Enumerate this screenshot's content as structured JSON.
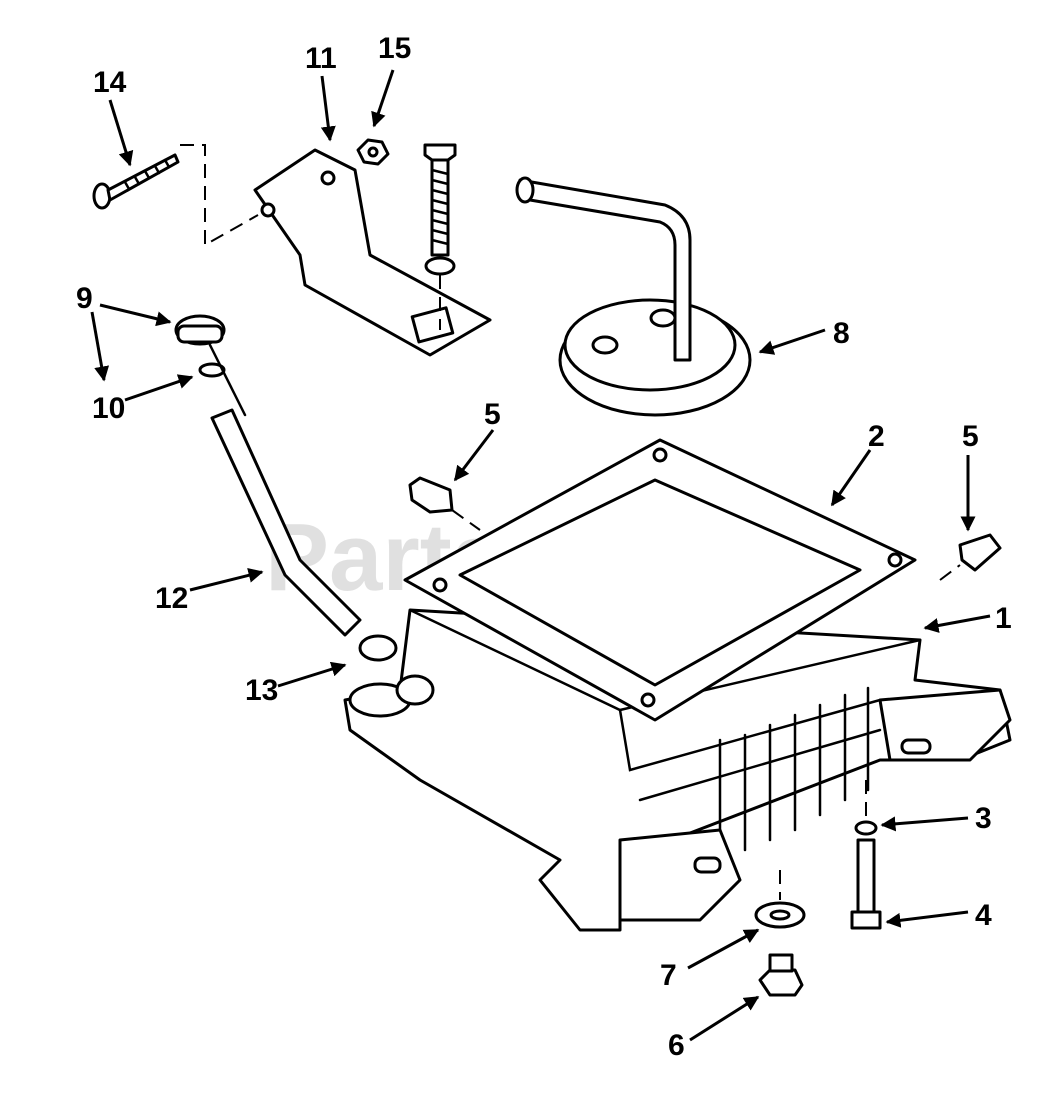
{
  "watermark": "PartsTree",
  "callouts": [
    {
      "id": "c14",
      "label": "14"
    },
    {
      "id": "c11",
      "label": "11"
    },
    {
      "id": "c15",
      "label": "15"
    },
    {
      "id": "c9",
      "label": "9"
    },
    {
      "id": "c10",
      "label": "10"
    },
    {
      "id": "c8",
      "label": "8"
    },
    {
      "id": "c5a",
      "label": "5"
    },
    {
      "id": "c2",
      "label": "2"
    },
    {
      "id": "c5b",
      "label": "5"
    },
    {
      "id": "c12",
      "label": "12"
    },
    {
      "id": "c1",
      "label": "1"
    },
    {
      "id": "c13",
      "label": "13"
    },
    {
      "id": "c3",
      "label": "3"
    },
    {
      "id": "c4",
      "label": "4"
    },
    {
      "id": "c7",
      "label": "7"
    },
    {
      "id": "c6",
      "label": "6"
    }
  ]
}
